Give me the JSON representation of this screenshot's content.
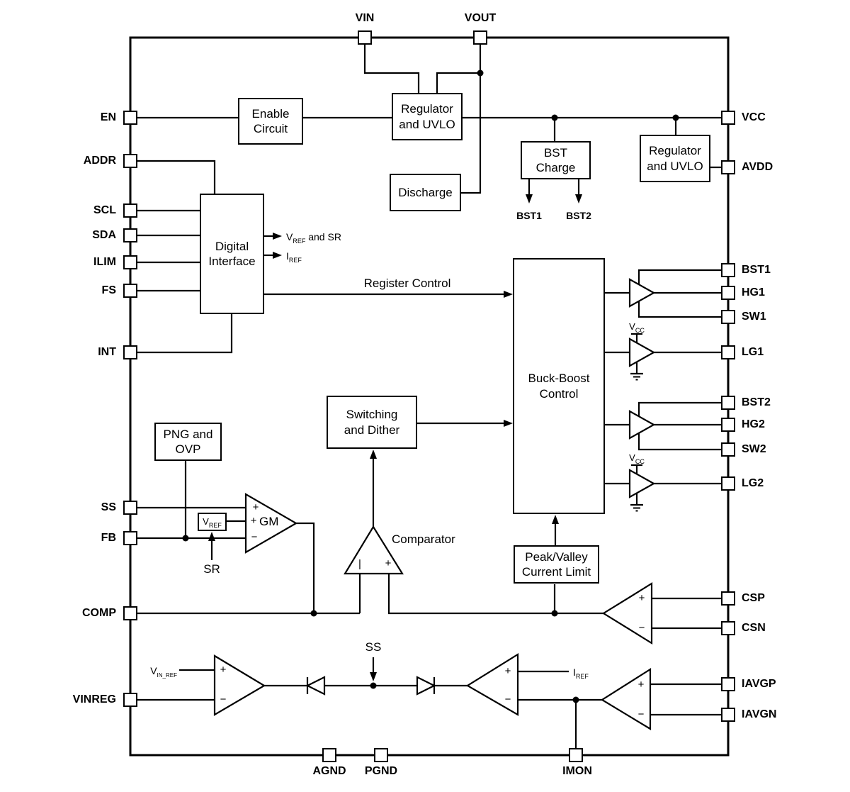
{
  "pins": {
    "top": [
      "VIN",
      "VOUT"
    ],
    "left": [
      "EN",
      "ADDR",
      "SCL",
      "SDA",
      "ILIM",
      "FS",
      "INT",
      "SS",
      "FB",
      "COMP",
      "VINREG"
    ],
    "right": [
      "VCC",
      "AVDD",
      "BST1",
      "HG1",
      "SW1",
      "LG1",
      "BST2",
      "HG2",
      "SW2",
      "LG2",
      "CSP",
      "CSN",
      "IAVGP",
      "IAVGN"
    ],
    "bottom": [
      "AGND",
      "PGND",
      "IMON"
    ]
  },
  "blocks": {
    "enable_circuit": "Enable\nCircuit",
    "regulator_uvlo_top": "Regulator\nand UVLO",
    "discharge": "Discharge",
    "bst_charge": "BST\nCharge",
    "regulator_uvlo_right": "Regulator\nand UVLO",
    "digital_interface": "Digital\nInterface",
    "buck_boost_control": "Buck-Boost\nControl",
    "switching_dither": "Switching\nand Dither",
    "png_ovp": "PNG and\nOVP",
    "peak_valley": "Peak/Valley\nCurrent Limit"
  },
  "labels": {
    "register_control": "Register Control",
    "comparator": "Comparator",
    "gm": "GM",
    "ss_node": "SS",
    "sr_node": "SR",
    "bst1_out": "BST1",
    "bst2_out": "BST2",
    "vref_sr": {
      "base": "V",
      "sub": "REF",
      "rest": " and SR"
    },
    "iref_out": {
      "base": "I",
      "sub": "REF"
    },
    "vref_box": {
      "base": "V",
      "sub": "REF"
    },
    "vcc_drv1": {
      "base": "V",
      "sub": "CC"
    },
    "vcc_drv2": {
      "base": "V",
      "sub": "CC"
    },
    "vin_ref": {
      "base": "V",
      "sub": "IN_REF"
    },
    "iref_bottom": {
      "base": "I",
      "sub": "REF"
    }
  },
  "signs": {
    "plus": "+",
    "minus": "−",
    "vbar": "|"
  },
  "colors": {
    "line": "#000000",
    "background": "#ffffff"
  }
}
